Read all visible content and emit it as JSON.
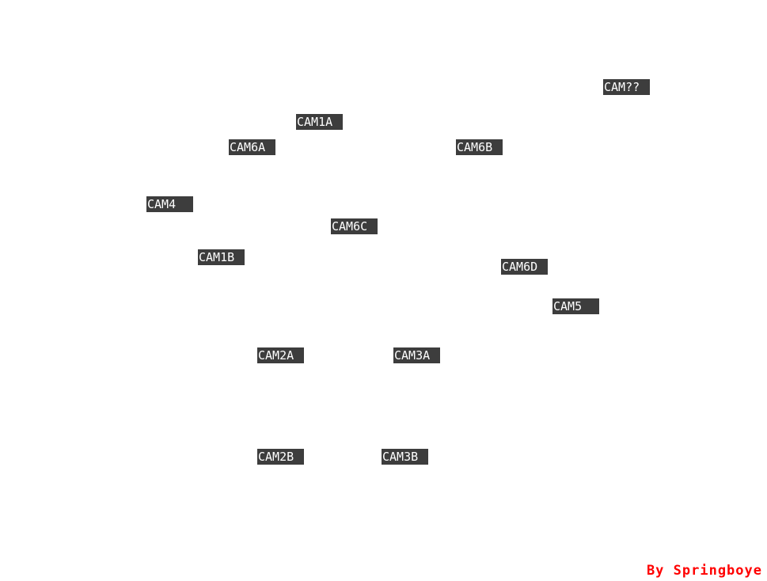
{
  "map": {
    "cameras": [
      {
        "id": "cam-unknown",
        "label": "CAM??"
      },
      {
        "id": "cam-1a",
        "label": "CAM1A"
      },
      {
        "id": "cam-6a",
        "label": "CAM6A"
      },
      {
        "id": "cam-6b",
        "label": "CAM6B"
      },
      {
        "id": "cam-4",
        "label": "CAM4"
      },
      {
        "id": "cam-6c",
        "label": "CAM6C"
      },
      {
        "id": "cam-1b",
        "label": "CAM1B"
      },
      {
        "id": "cam-6d",
        "label": "CAM6D"
      },
      {
        "id": "cam-5",
        "label": "CAM5"
      },
      {
        "id": "cam-2a",
        "label": "CAM2A"
      },
      {
        "id": "cam-3a",
        "label": "CAM3A"
      },
      {
        "id": "cam-2b",
        "label": "CAM2B"
      },
      {
        "id": "cam-3b",
        "label": "CAM3B"
      }
    ]
  },
  "credit": {
    "text": "By Springboye",
    "color": "#ff0000"
  },
  "colors": {
    "button_bg": "#3d3d3d",
    "button_text": "#ffffff",
    "background": "#ffffff"
  }
}
